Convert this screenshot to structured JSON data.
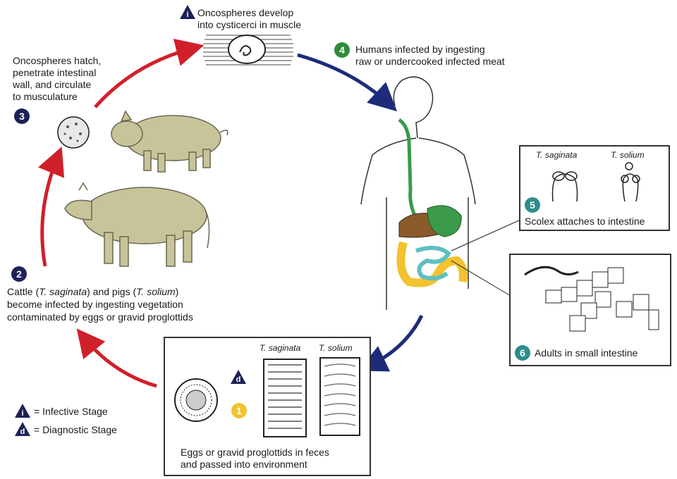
{
  "stage_i": {
    "badge": "i",
    "text_line1": "Oncospheres develop",
    "text_line2": "into cysticerci in muscle"
  },
  "stage_4": {
    "badge": "4",
    "text_line1": "Humans infected by ingesting",
    "text_line2": "raw or undercooked infected meat"
  },
  "stage_3": {
    "badge": "3",
    "text_line1": "Oncospheres hatch,",
    "text_line2": "penetrate intestinal",
    "text_line3": "wall, and circulate",
    "text_line4": "to musculature"
  },
  "stage_5": {
    "badge": "5",
    "label": "Scolex attaches to intestine",
    "species_1": "T. saginata",
    "species_2": "T. solium"
  },
  "stage_6": {
    "badge": "6",
    "label": "Adults in small intestine"
  },
  "stage_2": {
    "badge": "2",
    "line1_a": "Cattle (",
    "line1_species1": "T. saginata",
    "line1_b": ") and pigs (",
    "line1_species2": "T. solium",
    "line1_c": ")",
    "text_line2": "become infected by ingesting vegetation",
    "text_line3": "contaminated by eggs or gravid proglottids"
  },
  "stage_1": {
    "badge": "1",
    "diag_badge": "d",
    "species_1": "T. saginata",
    "species_2": "T. solium",
    "text_line1": "Eggs or gravid proglottids in feces",
    "text_line2": "and passed into environment"
  },
  "legend": {
    "infective_badge": "i",
    "infective_text": "= Infective Stage",
    "diagnostic_badge": "d",
    "diagnostic_text": "= Diagnostic Stage"
  },
  "colors": {
    "red_arrow": "#d0202a",
    "blue_arrow": "#1d2b7a",
    "navy_badge": "#1d2157",
    "green_badge": "#2e8b3a",
    "teal_badge": "#2f8c8c",
    "yellow_badge": "#f2c230",
    "animal_fill": "#c8c49a",
    "gut_green": "#3a9a4a",
    "gut_yellow": "#f2c230",
    "gut_teal": "#5fbfc0",
    "liver_brown": "#8a5a2b"
  }
}
